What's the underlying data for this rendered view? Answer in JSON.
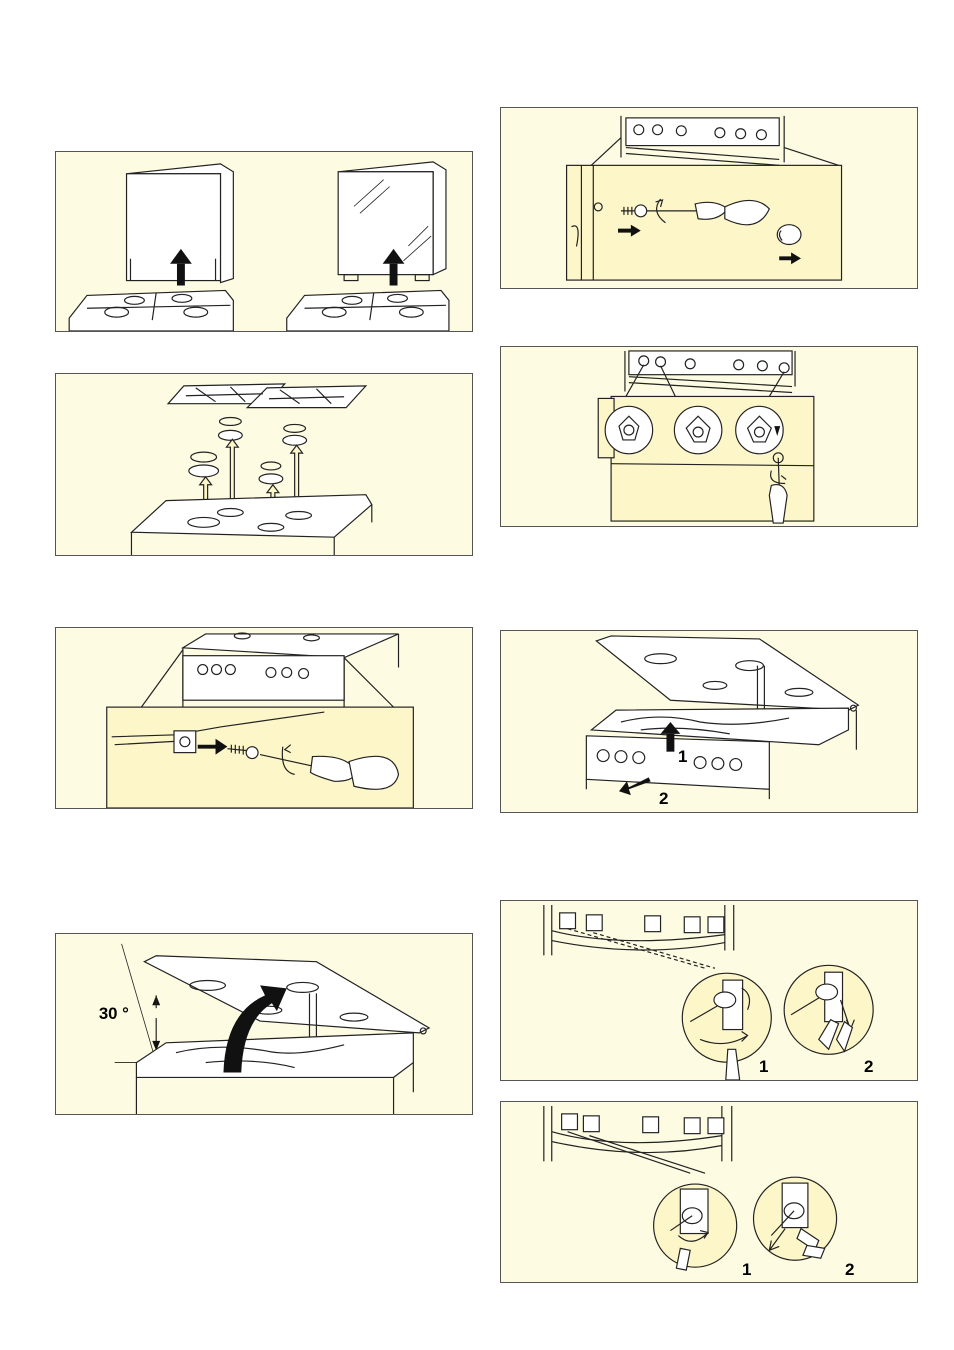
{
  "figures": {
    "fig_hob_lid": {
      "labels": []
    },
    "fig_pan_supports": {
      "labels": []
    },
    "fig_side_screw": {
      "labels": []
    },
    "fig_top_tilt": {
      "angle_label": "30 °"
    },
    "fig_panel_screw": {
      "labels": []
    },
    "fig_knobs": {
      "labels": []
    },
    "fig_panel_remove": {
      "step1": "1",
      "step2": "2"
    },
    "fig_taps_1": {
      "step1": "1",
      "step2": "2"
    },
    "fig_taps_2": {
      "step1": "1",
      "step2": "2"
    }
  },
  "colors": {
    "panel_bg": "#fdfbe1",
    "border": "#555555",
    "line": "#222222"
  }
}
